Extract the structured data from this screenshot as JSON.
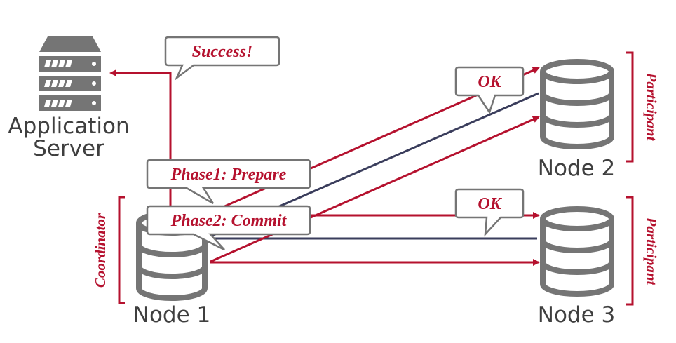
{
  "nodes": {
    "app_server": {
      "line1": "Application",
      "line2": "Server"
    },
    "node1": {
      "label": "Node 1",
      "role": "Coordinator"
    },
    "node2": {
      "label": "Node 2",
      "role": "Participant"
    },
    "node3": {
      "label": "Node 3",
      "role": "Participant"
    }
  },
  "messages": {
    "success": "Success!",
    "phase1": "Phase1: Prepare",
    "phase2": "Phase2: Commit",
    "ok_node2": "OK",
    "ok_node3": "OK"
  },
  "colors": {
    "accent": "#b5112e",
    "reply": "#3a3d5c",
    "icon": "#757575",
    "text": "#3f3f3f"
  }
}
